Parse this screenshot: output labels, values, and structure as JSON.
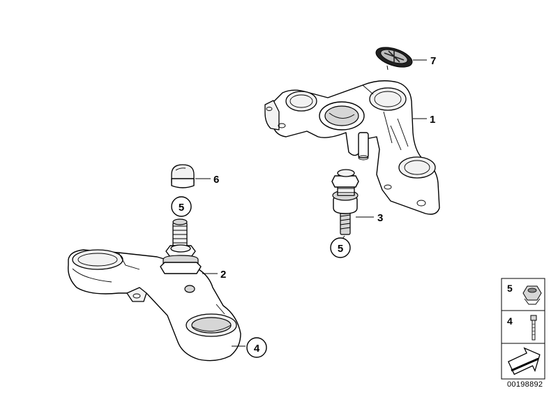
{
  "callouts": {
    "p1": "1",
    "p2": "2",
    "p3": "3",
    "p4": "4",
    "p5a": "5",
    "p5b": "5",
    "p6": "6",
    "p7": "7"
  },
  "legend": {
    "row1_number": "5",
    "row1_icon": "nut-icon",
    "row2_number": "4",
    "row2_icon": "bolt-icon",
    "row3_icon": "arrow-icon"
  },
  "document_number": "00198892",
  "colors": {
    "line": "#000000",
    "background": "#ffffff"
  }
}
